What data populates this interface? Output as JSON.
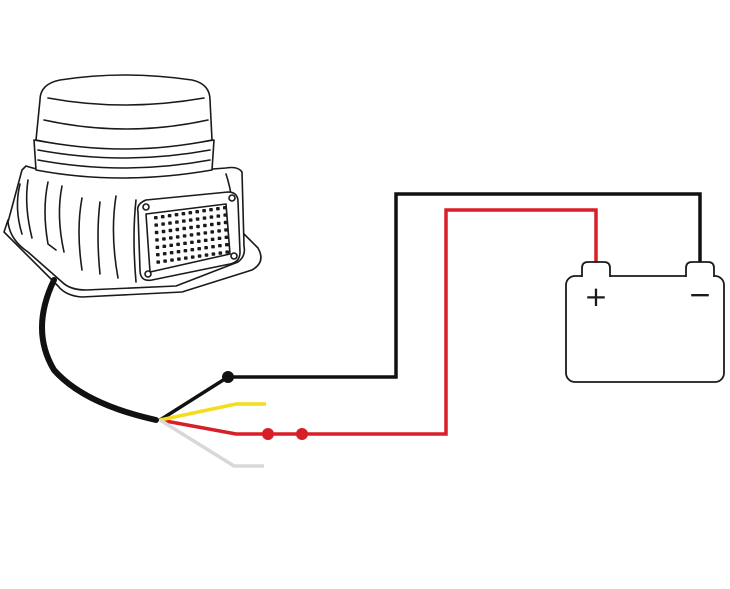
{
  "colors": {
    "background": "#ffffff",
    "outline": "#1a1a1a",
    "cable": "#111111",
    "wire_black": "#111111",
    "wire_red": "#d81e26",
    "wire_yellow": "#f4dd1c",
    "wire_white": "#d8d8d8"
  },
  "device": {
    "icon": "beacon-speaker-icon"
  },
  "battery": {
    "icon": "battery-icon",
    "positive_symbol": "+",
    "negative_symbol": "−"
  },
  "wires": [
    {
      "id": "black",
      "color": "#111111",
      "connection": "battery-negative"
    },
    {
      "id": "red",
      "color": "#d81e26",
      "connection": "battery-positive"
    },
    {
      "id": "yellow",
      "color": "#f4dd1c",
      "connection": "none"
    },
    {
      "id": "white",
      "color": "#d8d8d8",
      "connection": "none"
    }
  ]
}
